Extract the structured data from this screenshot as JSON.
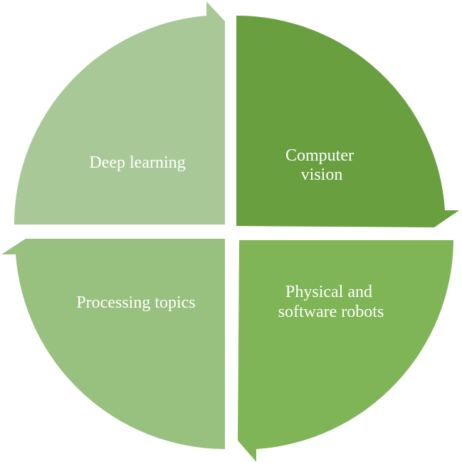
{
  "diagram": {
    "segments": [
      {
        "id": "top-left",
        "lines": [
          "Deep learning"
        ],
        "color": "#A9C898"
      },
      {
        "id": "top-right",
        "lines": [
          "Computer",
          "vision"
        ],
        "color": "#6A9F40"
      },
      {
        "id": "bottom-right",
        "lines": [
          "Physical and",
          "software robots"
        ],
        "color": "#7FB556"
      },
      {
        "id": "bottom-left",
        "lines": [
          "Processing topics"
        ],
        "color": "#98C07F"
      }
    ]
  }
}
